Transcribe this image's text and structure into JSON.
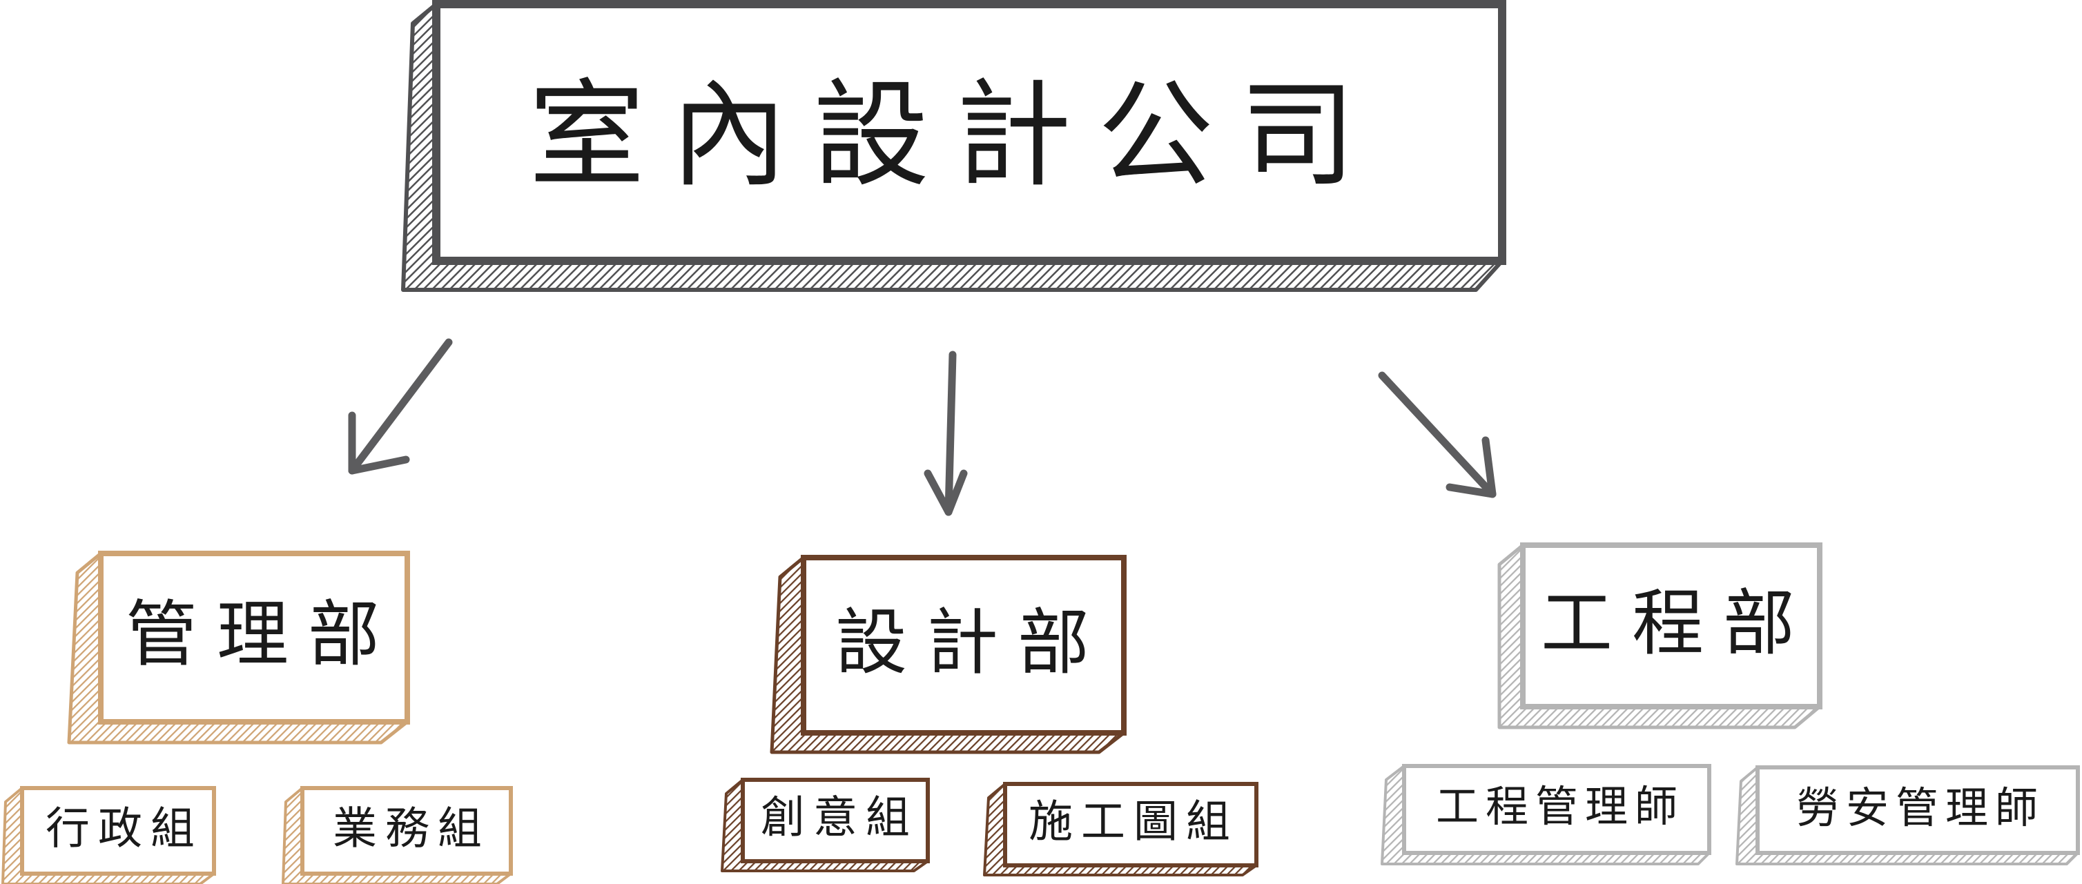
{
  "root": {
    "label": "室內設計公司",
    "color": "#505052"
  },
  "departments": [
    {
      "label": "管理部",
      "color": "#CFA474",
      "teams": [
        "行政組",
        "業務組"
      ]
    },
    {
      "label": "設計部",
      "color": "#6A4028",
      "teams": [
        "創意組",
        "施工圖組"
      ]
    },
    {
      "label": "工程部",
      "color": "#B4B4B4",
      "teams": [
        "工程管理師",
        "勞安管理師"
      ]
    }
  ],
  "connector_color": "#5C5C5E"
}
